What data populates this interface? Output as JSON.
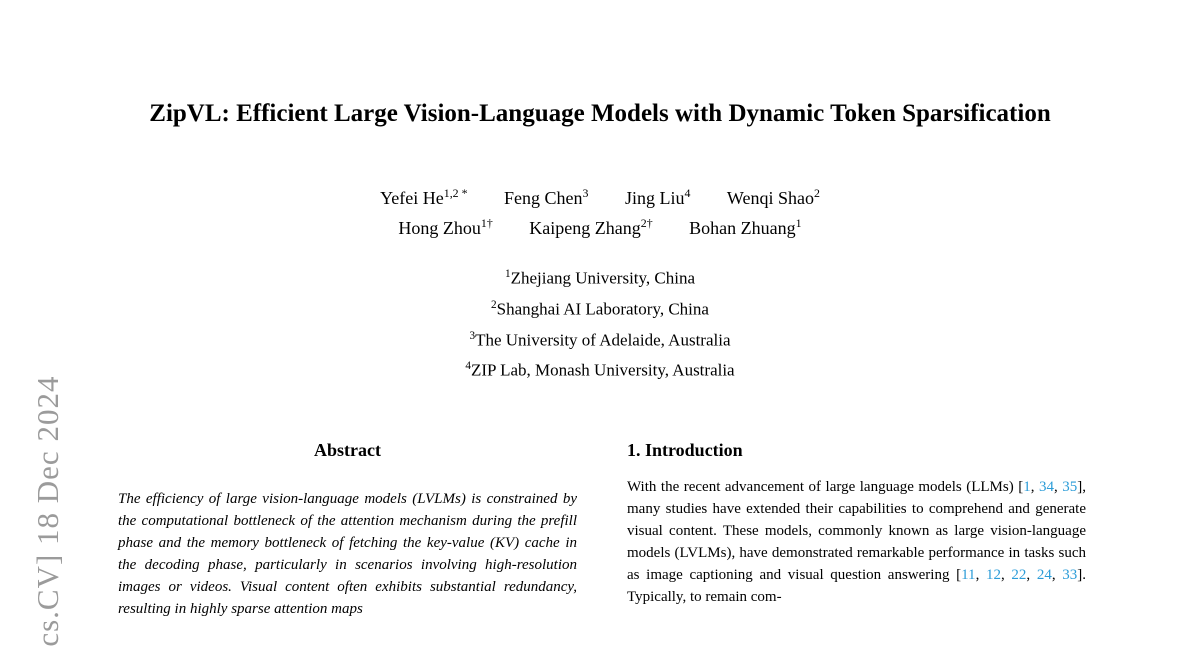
{
  "arxiv_sidebar": {
    "text": "[cs.CV]  18 Dec 2024",
    "color": "#9b9b9b"
  },
  "title": "ZipVL: Efficient Large Vision-Language Models with Dynamic Token Sparsification",
  "authors": {
    "line1": [
      {
        "name": "Yefei He",
        "sup": "1,2 *"
      },
      {
        "name": "Feng Chen",
        "sup": "3"
      },
      {
        "name": "Jing Liu",
        "sup": "4"
      },
      {
        "name": "Wenqi Shao",
        "sup": "2"
      }
    ],
    "line2": [
      {
        "name": "Hong Zhou",
        "sup": "1†"
      },
      {
        "name": "Kaipeng Zhang",
        "sup": "2†"
      },
      {
        "name": "Bohan Zhuang",
        "sup": "1"
      }
    ]
  },
  "affiliations": [
    {
      "sup": "1",
      "text": "Zhejiang University, China"
    },
    {
      "sup": "2",
      "text": "Shanghai AI Laboratory, China"
    },
    {
      "sup": "3",
      "text": "The University of Adelaide, Australia"
    },
    {
      "sup": "4",
      "text": "ZIP Lab, Monash University, Australia"
    }
  ],
  "abstract": {
    "heading": "Abstract",
    "text": "The efficiency of large vision-language models (LVLMs) is constrained by the computational bottleneck of the attention mechanism during the prefill phase and the memory bottleneck of fetching the key-value (KV) cache in the decoding phase, particularly in scenarios involving high-resolution images or videos. Visual content often exhibits substantial redundancy, resulting in highly sparse attention maps"
  },
  "introduction": {
    "heading": "1. Introduction",
    "paragraph_segments": [
      {
        "t": "text",
        "v": "With the recent advancement of large language models (LLMs) ["
      },
      {
        "t": "cite",
        "v": "1"
      },
      {
        "t": "text",
        "v": ", "
      },
      {
        "t": "cite",
        "v": "34"
      },
      {
        "t": "text",
        "v": ", "
      },
      {
        "t": "cite",
        "v": "35"
      },
      {
        "t": "text",
        "v": "], many studies have extended their capabilities to comprehend and generate visual content. These models, commonly known as large vision-language models (LVLMs), have demonstrated remarkable performance in tasks such as image captioning and visual question answering ["
      },
      {
        "t": "cite",
        "v": "11"
      },
      {
        "t": "text",
        "v": ", "
      },
      {
        "t": "cite",
        "v": "12"
      },
      {
        "t": "text",
        "v": ", "
      },
      {
        "t": "cite",
        "v": "22"
      },
      {
        "t": "text",
        "v": ", "
      },
      {
        "t": "cite",
        "v": "24"
      },
      {
        "t": "text",
        "v": ", "
      },
      {
        "t": "cite",
        "v": "33"
      },
      {
        "t": "text",
        "v": "]. Typically, to remain com-"
      }
    ]
  },
  "colors": {
    "citation": "#2b9cd8",
    "text": "#000000",
    "background": "#ffffff"
  }
}
